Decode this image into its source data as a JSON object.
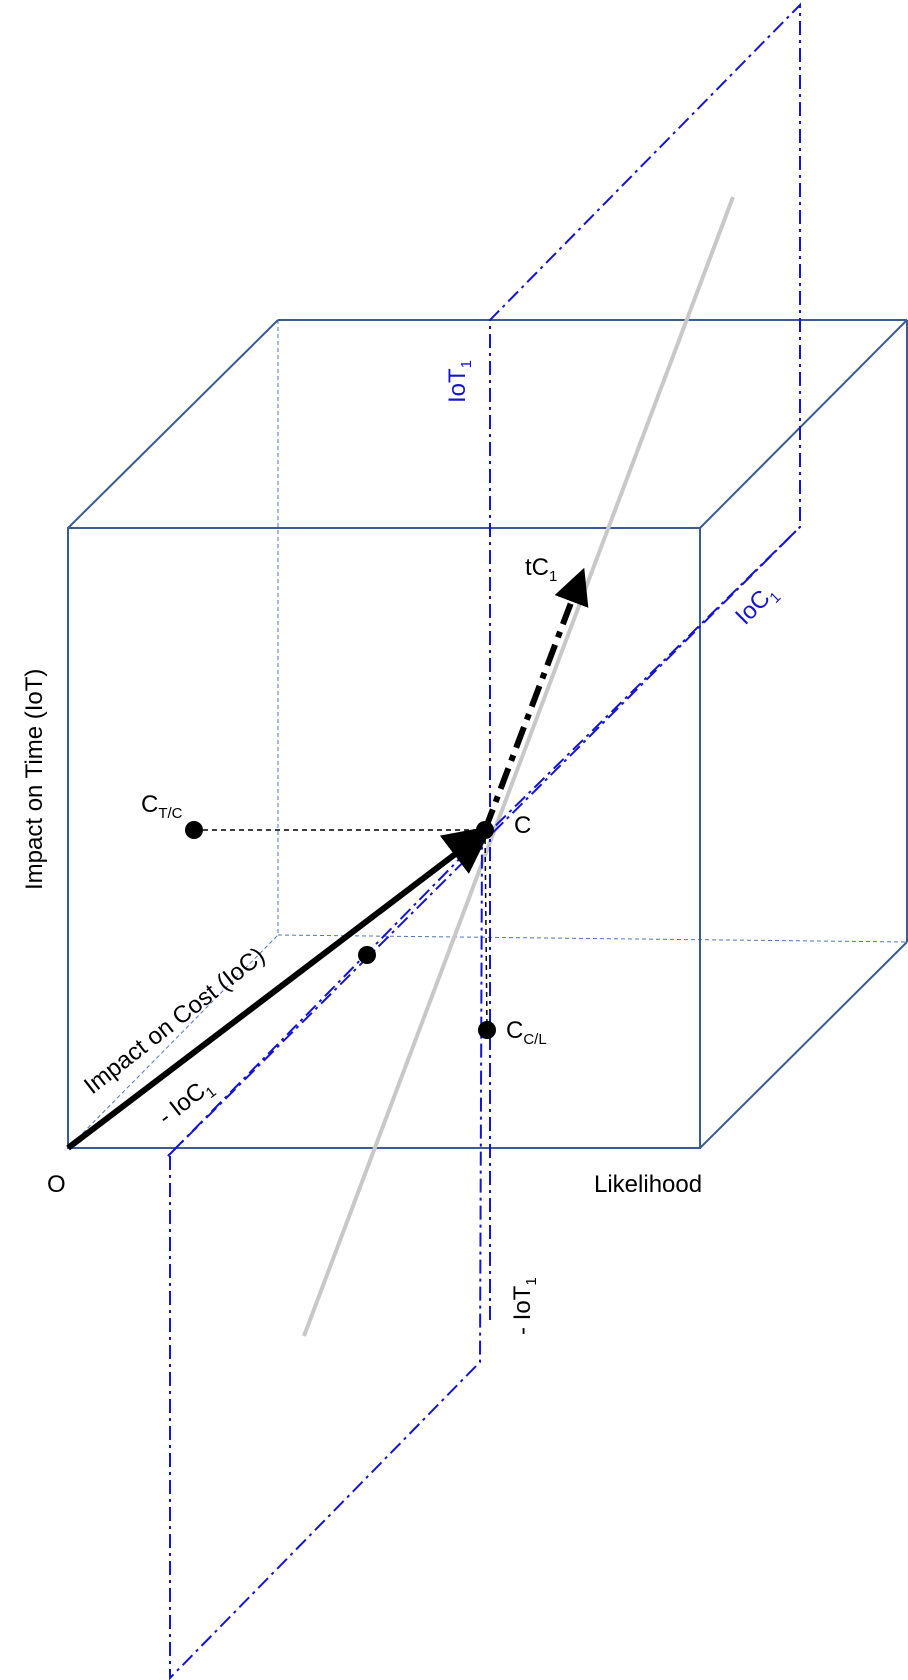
{
  "diagram": {
    "colors": {
      "cube": "#3b5b94",
      "cube_hidden": "#4f75c0",
      "plane": "#1515d0",
      "gray_line": "#c8c8c8",
      "text": "#000000",
      "dot": "#000000"
    },
    "labels": {
      "y_axis": "Impact on Time (IoT)",
      "diagonal_axis": "Impact on Cost (IoC)",
      "x_axis": "Likelihood",
      "origin": "O",
      "point_c": "C",
      "ct_main": "C",
      "ct_sub": "T/C",
      "cc_main": "C",
      "cc_sub": "C/L",
      "tc_main": "tC",
      "tc_sub": "1",
      "iot_main": "IoT",
      "iot_sub": "1",
      "neg_iot_main": "- IoT",
      "neg_iot_sub": "1",
      "ioc_main": "IoC",
      "ioc_sub": "1",
      "neg_ioc_main": "- IoC",
      "neg_ioc_sub": "1"
    }
  }
}
